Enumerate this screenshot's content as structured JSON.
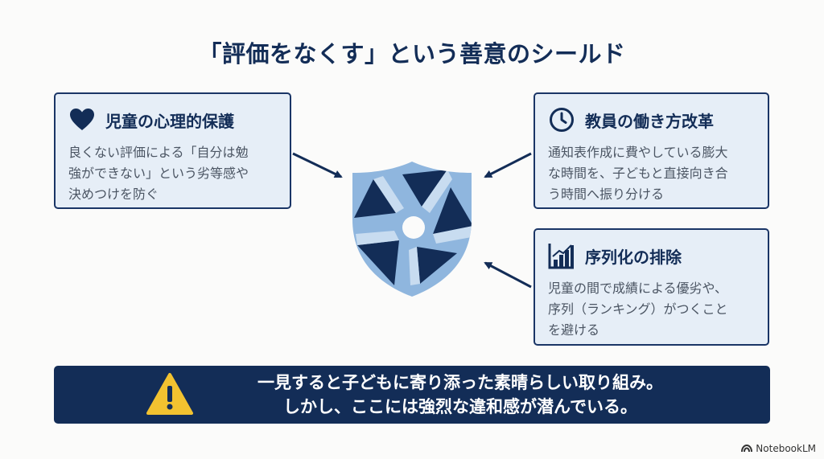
{
  "title": "「評価をなくす」という善意のシールド",
  "cards": {
    "left": {
      "title": "児童の心理的保護",
      "icon": "heart-icon",
      "lines": [
        "良くない評価による「自分は勉",
        "強ができない」という劣等感や",
        "決めつけを防ぐ"
      ]
    },
    "right_top": {
      "title": "教員の働き方改革",
      "icon": "clock-icon",
      "lines": [
        "通知表作成に費やしている膨大",
        "な時間を、子どもと直接向き合",
        "う時間へ振り分ける"
      ]
    },
    "right_bottom": {
      "title": "序列化の排除",
      "icon": "bar-chart-icon",
      "lines": [
        "児童の間で成績による優劣や、",
        "序列（ランキング）がつくこと",
        "を避ける"
      ]
    }
  },
  "banner": {
    "icon": "warning-icon",
    "lines": [
      "一見すると子どもに寄り添った素晴らしい取り組み。",
      "しかし、ここには強烈な違和感が潜んでいる。"
    ]
  },
  "watermark": "NotebookLM",
  "colors": {
    "navy": "#132d57",
    "card_bg": "#e6eef7",
    "shield_light": "#8fb6de",
    "warning": "#f2c230"
  }
}
